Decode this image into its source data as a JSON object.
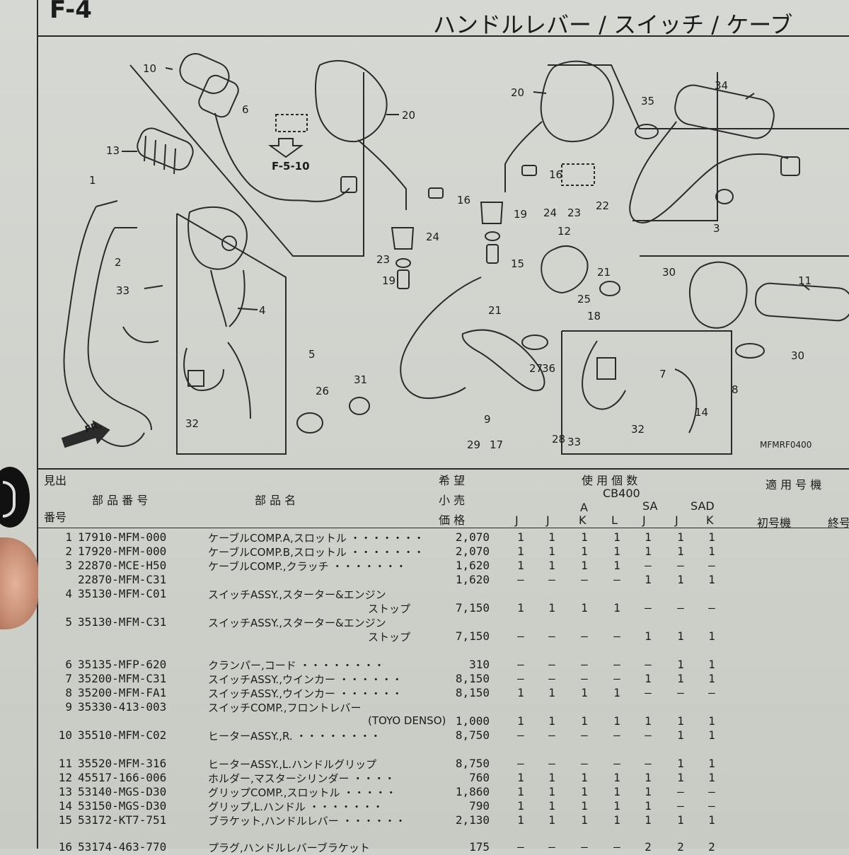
{
  "page": {
    "code": "F-4",
    "title": "ハンドルレバー / スイッチ / ケーブ",
    "figure_id": "MFMRF0400"
  },
  "diagram": {
    "callouts": [
      "10",
      "6",
      "20",
      "13",
      "1",
      "2",
      "33",
      "4",
      "5",
      "32",
      "26",
      "31",
      "20",
      "16",
      "16",
      "19",
      "24",
      "23",
      "19",
      "24",
      "23",
      "22",
      "12",
      "21",
      "15",
      "21",
      "25",
      "18",
      "27",
      "36",
      "9",
      "17",
      "29",
      "35",
      "34",
      "3",
      "30",
      "11",
      "30",
      "8",
      "14",
      "28",
      "33",
      "7",
      "32"
    ],
    "reference_label": "F-5-10",
    "direction_label": "FR."
  },
  "table": {
    "headers": {
      "index": "見出",
      "index2": "番号",
      "part_number": "部 品 番 号",
      "part_name": "部 品 名",
      "price1": "希 望",
      "price2": "小 売",
      "price3": "価 格",
      "qty": "使 用 個 数",
      "model": "CB400",
      "sa": "SA",
      "sad": "SAD",
      "variants": [
        "J",
        "J",
        "K",
        "L",
        "J",
        "J",
        "K"
      ],
      "variant_a": "A",
      "applicable": "適 用 号 機",
      "first": "初号機",
      "last": "終号"
    },
    "rows": [
      {
        "no": "1",
        "pn": "17910-MFM-000",
        "name": "ケーブルCOMP.A,スロットル ・・・・・・・",
        "name2": "",
        "price": "2,070",
        "q": [
          "1",
          "1",
          "1",
          "1",
          "1",
          "1",
          "1"
        ]
      },
      {
        "no": "2",
        "pn": "17920-MFM-000",
        "name": "ケーブルCOMP.B,スロットル ・・・・・・・",
        "name2": "",
        "price": "2,070",
        "q": [
          "1",
          "1",
          "1",
          "1",
          "1",
          "1",
          "1"
        ]
      },
      {
        "no": "3",
        "pn": "22870-MCE-H50",
        "name": "ケーブルCOMP.,クラッチ ・・・・・・・",
        "name2": "",
        "price": "1,620",
        "q": [
          "1",
          "1",
          "1",
          "1",
          "–",
          "–",
          "–"
        ]
      },
      {
        "no": "",
        "pn": "22870-MFM-C31",
        "name": "",
        "name2": "",
        "price": "1,620",
        "q": [
          "–",
          "–",
          "–",
          "–",
          "1",
          "1",
          "1"
        ]
      },
      {
        "no": "4",
        "pn": "35130-MFM-C01",
        "name": "スイッチASSY.,スターター&エンジン",
        "name2": "",
        "price": "",
        "q": [
          "",
          "",
          "",
          "",
          "",
          "",
          ""
        ]
      },
      {
        "no": "",
        "pn": "",
        "name": "",
        "name2": "ストップ",
        "price": "7,150",
        "q": [
          "1",
          "1",
          "1",
          "1",
          "–",
          "–",
          "–"
        ]
      },
      {
        "no": "5",
        "pn": "35130-MFM-C31",
        "name": "スイッチASSY.,スターター&エンジン",
        "name2": "",
        "price": "",
        "q": [
          "",
          "",
          "",
          "",
          "",
          "",
          ""
        ]
      },
      {
        "no": "",
        "pn": "",
        "name": "",
        "name2": "ストップ",
        "price": "7,150",
        "q": [
          "–",
          "–",
          "–",
          "–",
          "1",
          "1",
          "1"
        ]
      },
      {
        "no": "",
        "pn": "",
        "name": "",
        "name2": "",
        "price": "",
        "q": [
          "",
          "",
          "",
          "",
          "",
          "",
          ""
        ]
      },
      {
        "no": "6",
        "pn": "35135-MFP-620",
        "name": "クランパー,コード ・・・・・・・・",
        "name2": "",
        "price": "310",
        "q": [
          "–",
          "–",
          "–",
          "–",
          "–",
          "1",
          "1"
        ]
      },
      {
        "no": "7",
        "pn": "35200-MFM-C31",
        "name": "スイッチASSY.,ウインカー ・・・・・・",
        "name2": "",
        "price": "8,150",
        "q": [
          "–",
          "–",
          "–",
          "–",
          "1",
          "1",
          "1"
        ]
      },
      {
        "no": "8",
        "pn": "35200-MFM-FA1",
        "name": "スイッチASSY.,ウインカー ・・・・・・",
        "name2": "",
        "price": "8,150",
        "q": [
          "1",
          "1",
          "1",
          "1",
          "–",
          "–",
          "–"
        ]
      },
      {
        "no": "9",
        "pn": "35330-413-003",
        "name": "スイッチCOMP.,フロントレバー",
        "name2": "",
        "price": "",
        "q": [
          "",
          "",
          "",
          "",
          "",
          "",
          ""
        ]
      },
      {
        "no": "",
        "pn": "",
        "name": "",
        "name2": "(TOYO DENSO)",
        "price": "1,000",
        "q": [
          "1",
          "1",
          "1",
          "1",
          "1",
          "1",
          "1"
        ]
      },
      {
        "no": "10",
        "pn": "35510-MFM-C02",
        "name": "ヒーターASSY.,R. ・・・・・・・・",
        "name2": "",
        "price": "8,750",
        "q": [
          "–",
          "–",
          "–",
          "–",
          "–",
          "1",
          "1"
        ]
      },
      {
        "no": "",
        "pn": "",
        "name": "",
        "name2": "",
        "price": "",
        "q": [
          "",
          "",
          "",
          "",
          "",
          "",
          ""
        ]
      },
      {
        "no": "11",
        "pn": "35520-MFM-316",
        "name": "ヒーターASSY.,L.ハンドルグリップ",
        "name2": "",
        "price": "8,750",
        "q": [
          "–",
          "–",
          "–",
          "–",
          "–",
          "1",
          "1"
        ]
      },
      {
        "no": "12",
        "pn": "45517-166-006",
        "name": "ホルダー,マスターシリンダー ・・・・",
        "name2": "",
        "price": "760",
        "q": [
          "1",
          "1",
          "1",
          "1",
          "1",
          "1",
          "1"
        ]
      },
      {
        "no": "13",
        "pn": "53140-MGS-D30",
        "name": "グリップCOMP.,スロットル ・・・・・",
        "name2": "",
        "price": "1,860",
        "q": [
          "1",
          "1",
          "1",
          "1",
          "1",
          "–",
          "–"
        ]
      },
      {
        "no": "14",
        "pn": "53150-MGS-D30",
        "name": "グリップ,L.ハンドル ・・・・・・・",
        "name2": "",
        "price": "790",
        "q": [
          "1",
          "1",
          "1",
          "1",
          "1",
          "–",
          "–"
        ]
      },
      {
        "no": "15",
        "pn": "53172-KT7-751",
        "name": "ブラケット,ハンドルレバー ・・・・・・",
        "name2": "",
        "price": "2,130",
        "q": [
          "1",
          "1",
          "1",
          "1",
          "1",
          "1",
          "1"
        ]
      },
      {
        "no": "",
        "pn": "",
        "name": "",
        "name2": "",
        "price": "",
        "q": [
          "",
          "",
          "",
          "",
          "",
          "",
          ""
        ]
      },
      {
        "no": "16",
        "pn": "53174-463-770",
        "name": "プラグ,ハンドルレバーブラケット",
        "name2": "",
        "price": "175",
        "q": [
          "–",
          "–",
          "–",
          "–",
          "2",
          "2",
          "2"
        ]
      }
    ]
  }
}
